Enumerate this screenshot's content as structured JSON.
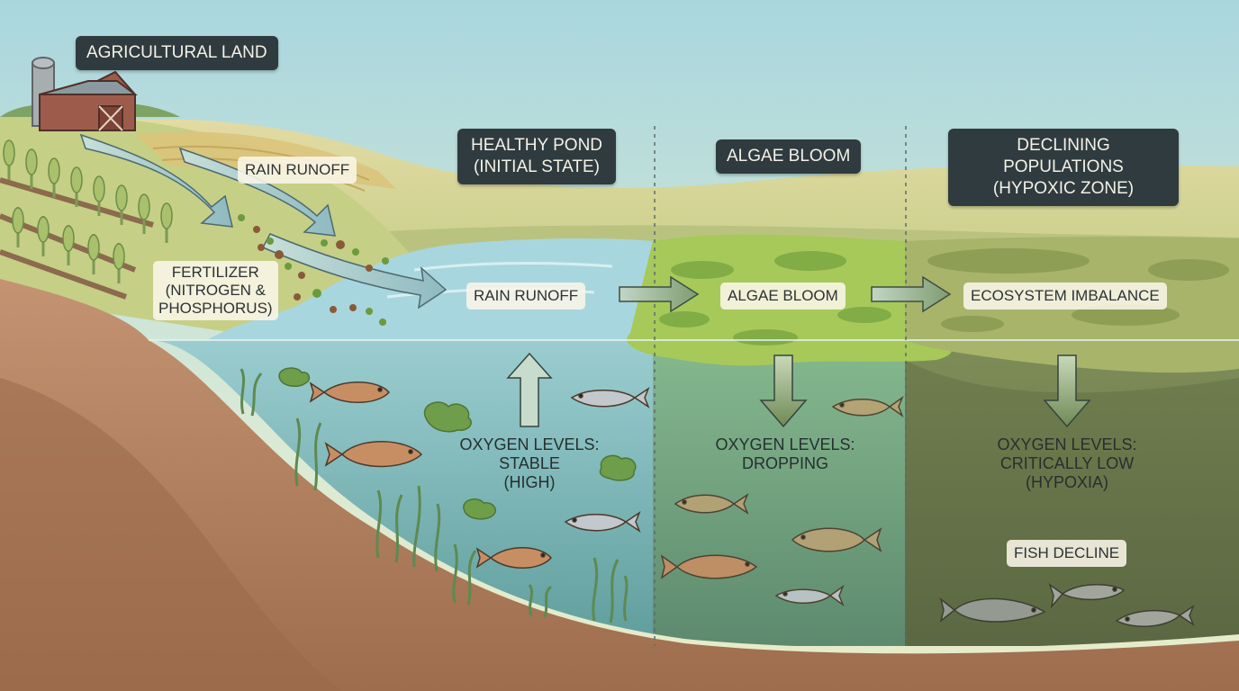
{
  "labels": {
    "agricultural_land": "AGRICULTURAL LAND",
    "healthy_pond": "HEALTHY POND\n(INITIAL STATE)",
    "algae_bloom_header": "ALGAE BLOOM",
    "declining": "DECLINING POPULATIONS\n(HYPOXIC ZONE)"
  },
  "tags": {
    "rain_runoff_land": "RAIN RUNOFF",
    "fertilizer": "FERTILIZER\n(NITROGEN &\nPHOSPHORUS)",
    "rain_runoff_flow": "RAIN RUNOFF",
    "algae_bloom_flow": "ALGAE BLOOM",
    "ecosystem_imbalance": "ECOSYSTEM IMBALANCE",
    "fish_decline": "FISH DECLINE"
  },
  "oxygen": {
    "stable": "OXYGEN LEVELS:\nSTABLE\n(HIGH)",
    "dropping": "OXYGEN LEVELS:\nDROPPING",
    "critical": "OXYGEN LEVELS:\nCRITICALLY LOW\n(HYPOXIA)"
  },
  "colors": {
    "label_bg": "#2f3b3f",
    "healthy_water": "#8fc6cc",
    "algae_green": "#9cc24f",
    "hypoxic_water": "#7c8a55",
    "soil": "#b98463",
    "arrow_fill": "#9fc3c6"
  }
}
